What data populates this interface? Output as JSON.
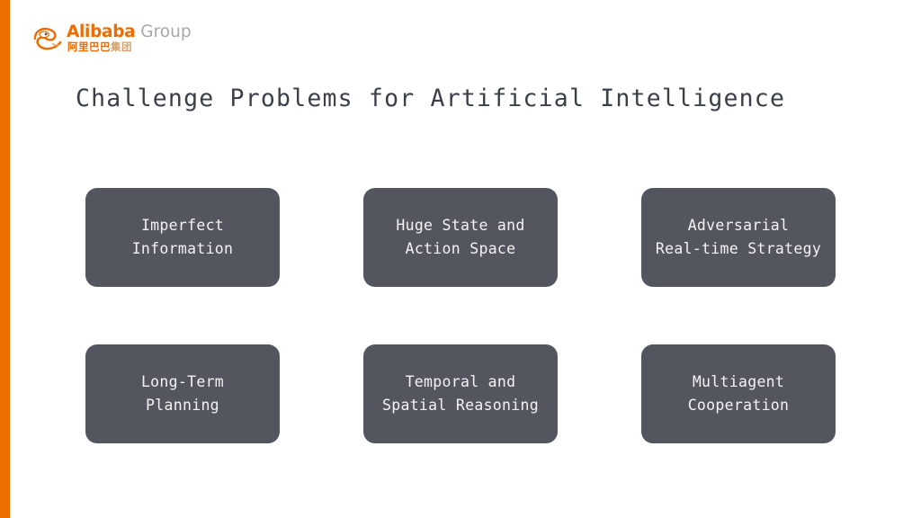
{
  "slide": {
    "title": "Challenge Problems for Artificial Intelligence",
    "background_color": "#ffffff",
    "accent_bar_color": "#ee6f00",
    "title_color": "#3b3f48"
  },
  "logo": {
    "mark": "alibaba-swirl-icon",
    "brand": "Alibaba",
    "suffix": "Group",
    "chinese": "阿里巴巴",
    "chinese_faded": "集团",
    "brand_color": "#ef6c00",
    "suffix_color": "#a8a8a8"
  },
  "cards": {
    "fill_color": "#53565f",
    "text_color": "#f2f3f4",
    "items": [
      {
        "label": "Imperfect\nInformation"
      },
      {
        "label": "Huge State and\nAction Space"
      },
      {
        "label": "Adversarial\nReal-time Strategy"
      },
      {
        "label": "Long-Term\nPlanning"
      },
      {
        "label": "Temporal and\nSpatial Reasoning"
      },
      {
        "label": "Multiagent\nCooperation"
      }
    ]
  }
}
